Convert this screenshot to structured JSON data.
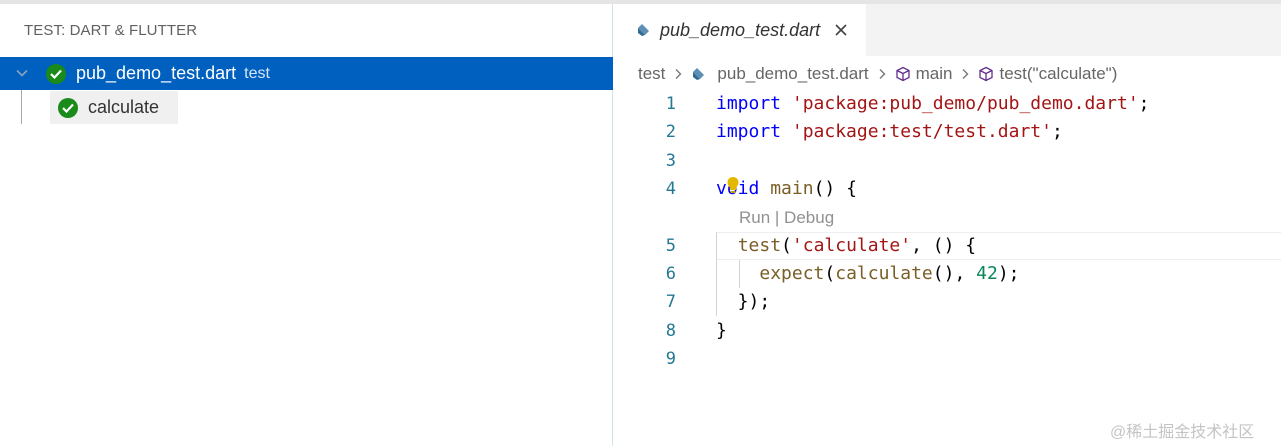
{
  "test_panel": {
    "title": "TEST: DART & FLUTTER",
    "file": {
      "label": "pub_demo_test.dart",
      "description": "test",
      "status": "passed"
    },
    "cases": [
      {
        "label": "calculate",
        "status": "passed"
      }
    ]
  },
  "editor": {
    "tab": {
      "label": "pub_demo_test.dart"
    },
    "breadcrumb": {
      "folder": "test",
      "file": "pub_demo_test.dart",
      "symbol1": "main",
      "symbol2": "test(\"calculate\")"
    },
    "code_lens": "Run | Debug",
    "lines": [
      {
        "n": "1",
        "tokens": [
          {
            "t": "import",
            "c": "kw"
          },
          {
            "t": " ",
            "c": ""
          },
          {
            "t": "'package:pub_demo/pub_demo.dart'",
            "c": "str"
          },
          {
            "t": ";",
            "c": ""
          }
        ]
      },
      {
        "n": "2",
        "tokens": [
          {
            "t": "import",
            "c": "kw"
          },
          {
            "t": " ",
            "c": ""
          },
          {
            "t": "'package:test/test.dart'",
            "c": "str"
          },
          {
            "t": ";",
            "c": ""
          }
        ]
      },
      {
        "n": "3",
        "tokens": []
      },
      {
        "n": "4",
        "tokens": [
          {
            "t": "void",
            "c": "kw"
          },
          {
            "t": " ",
            "c": ""
          },
          {
            "t": "main",
            "c": "fn"
          },
          {
            "t": "() {",
            "c": ""
          }
        ]
      },
      {
        "n": "5",
        "tokens": [
          {
            "t": "  ",
            "c": ""
          },
          {
            "t": "test",
            "c": "fn"
          },
          {
            "t": "(",
            "c": ""
          },
          {
            "t": "'calculate'",
            "c": "str"
          },
          {
            "t": ", () {",
            "c": ""
          }
        ]
      },
      {
        "n": "6",
        "tokens": [
          {
            "t": "    ",
            "c": ""
          },
          {
            "t": "expect",
            "c": "fn"
          },
          {
            "t": "(",
            "c": ""
          },
          {
            "t": "calculate",
            "c": "fn"
          },
          {
            "t": "(), ",
            "c": ""
          },
          {
            "t": "42",
            "c": "num"
          },
          {
            "t": ");",
            "c": ""
          }
        ]
      },
      {
        "n": "7",
        "tokens": [
          {
            "t": "  });",
            "c": ""
          }
        ]
      },
      {
        "n": "8",
        "tokens": [
          {
            "t": "}",
            "c": ""
          }
        ]
      },
      {
        "n": "9",
        "tokens": []
      }
    ]
  },
  "watermark": "@稀土掘金技术社区",
  "colors": {
    "selection": "#0060c0",
    "passed": "#1a8a1a",
    "keyword": "#0000ff",
    "string": "#a31515",
    "function": "#795e26",
    "number": "#098658",
    "line_number": "#237893"
  }
}
